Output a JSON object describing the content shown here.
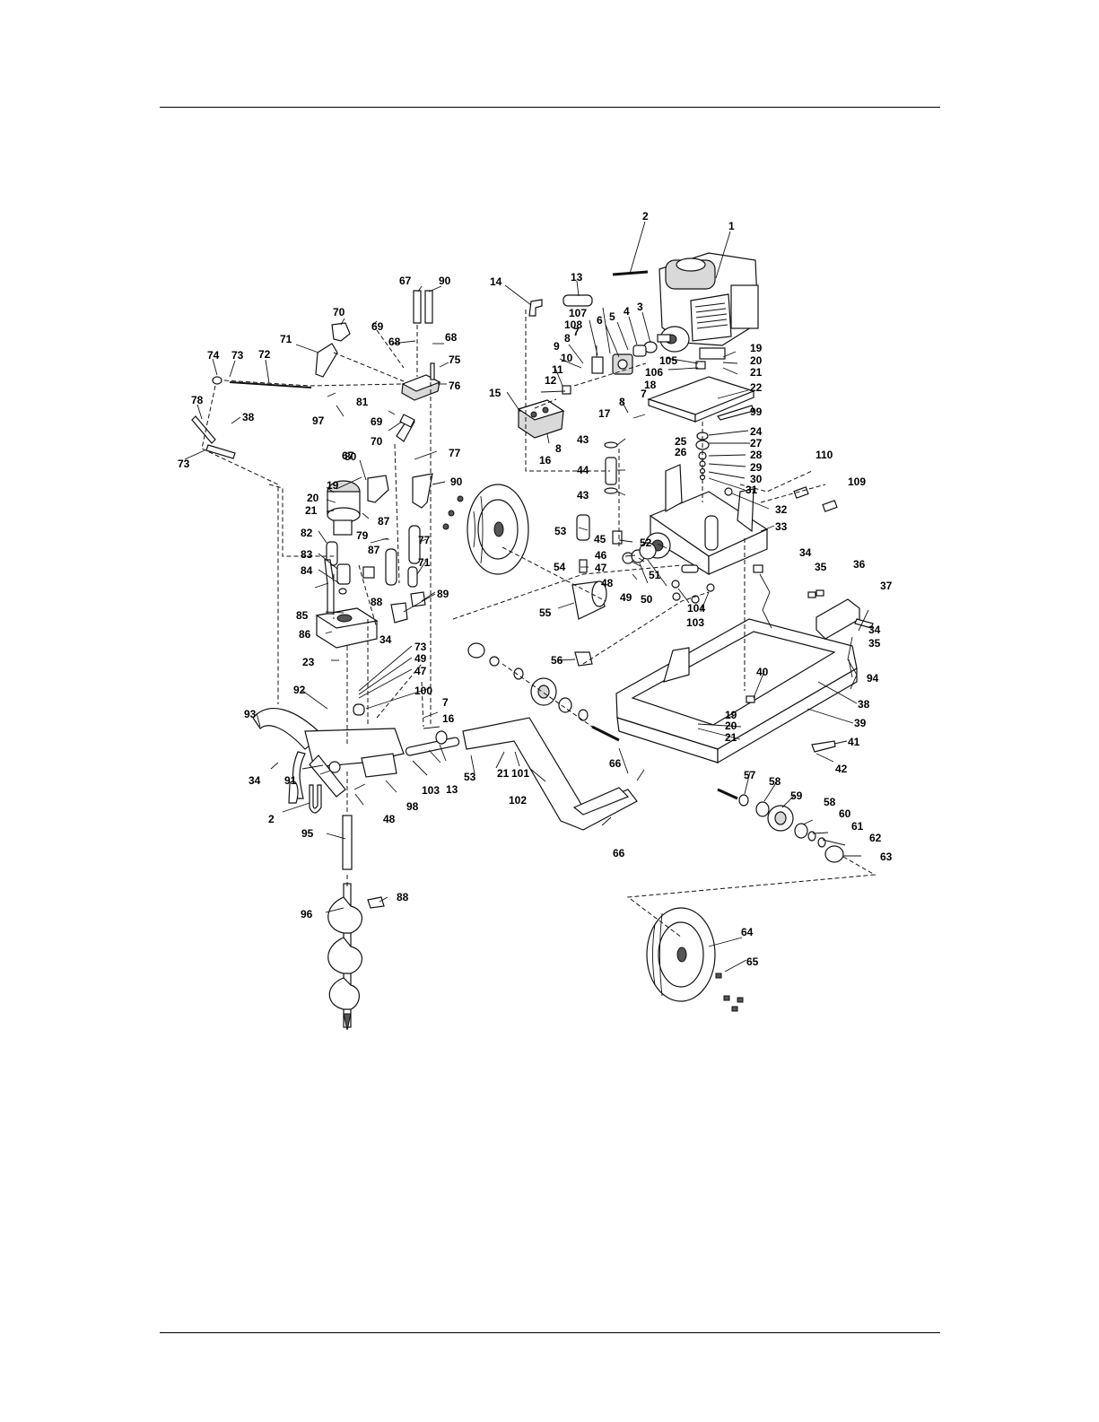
{
  "callouts": [
    "1",
    "2",
    "3",
    "4",
    "5",
    "6",
    "7",
    "8",
    "9",
    "10",
    "11",
    "12",
    "13",
    "14",
    "15",
    "16",
    "17",
    "18",
    "19",
    "20",
    "21",
    "22",
    "23",
    "24",
    "25",
    "26",
    "27",
    "28",
    "29",
    "30",
    "31",
    "32",
    "33",
    "34",
    "35",
    "36",
    "37",
    "38",
    "39",
    "40",
    "41",
    "42",
    "43",
    "44",
    "45",
    "46",
    "47",
    "48",
    "49",
    "50",
    "51",
    "52",
    "53",
    "54",
    "55",
    "56",
    "57",
    "58",
    "59",
    "60",
    "61",
    "62",
    "63",
    "64",
    "65",
    "66",
    "67",
    "68",
    "69",
    "70",
    "71",
    "72",
    "73",
    "74",
    "75",
    "76",
    "77",
    "78",
    "79",
    "80",
    "81",
    "82",
    "83",
    "84",
    "85",
    "86",
    "87",
    "88",
    "89",
    "90",
    "91",
    "92",
    "93",
    "94",
    "95",
    "96",
    "97",
    "98",
    "99",
    "100",
    "101",
    "102",
    "103",
    "104",
    "105",
    "106",
    "107",
    "108",
    "109",
    "110"
  ]
}
